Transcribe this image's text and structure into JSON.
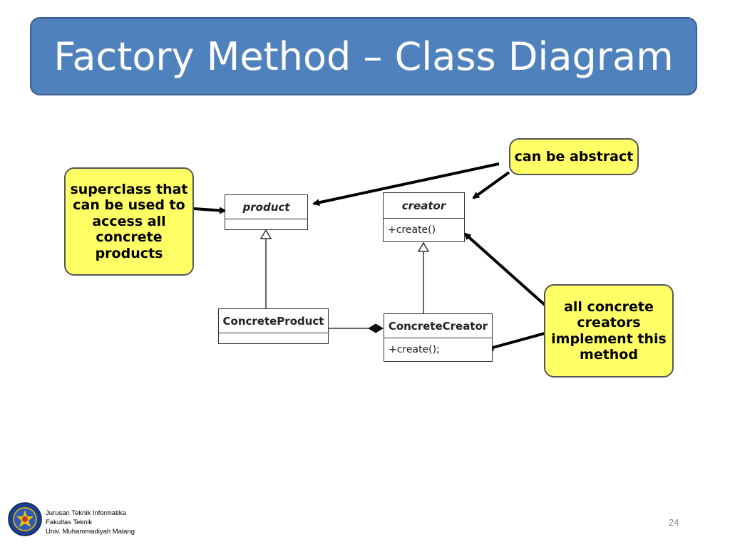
{
  "slide": {
    "title": "Factory Method – Class Diagram",
    "page_number": "24"
  },
  "classes": {
    "product": {
      "name": "product"
    },
    "creator": {
      "name": "creator",
      "operation": "+create()"
    },
    "concrete_product": {
      "name": "ConcreteProduct"
    },
    "concrete_creator": {
      "name": "ConcreteCreator",
      "operation": "+create();"
    }
  },
  "callouts": {
    "superclass": {
      "lines": [
        "superclass that",
        "can be used to",
        "access all",
        "concrete",
        "products"
      ]
    },
    "abstract": {
      "lines": [
        "can be abstract"
      ]
    },
    "implement": {
      "lines": [
        "all concrete",
        "creators",
        "implement this",
        "method"
      ]
    }
  },
  "footer": {
    "line1": "Jurusan Teknik Informatika",
    "line2": "Fakultas Teknik",
    "line3": "Univ. Muhammadiyah Malang",
    "logo_icon": "university-seal-icon"
  },
  "colors": {
    "title_bg": "#4f81bd",
    "callout_bg": "#ffff66"
  }
}
